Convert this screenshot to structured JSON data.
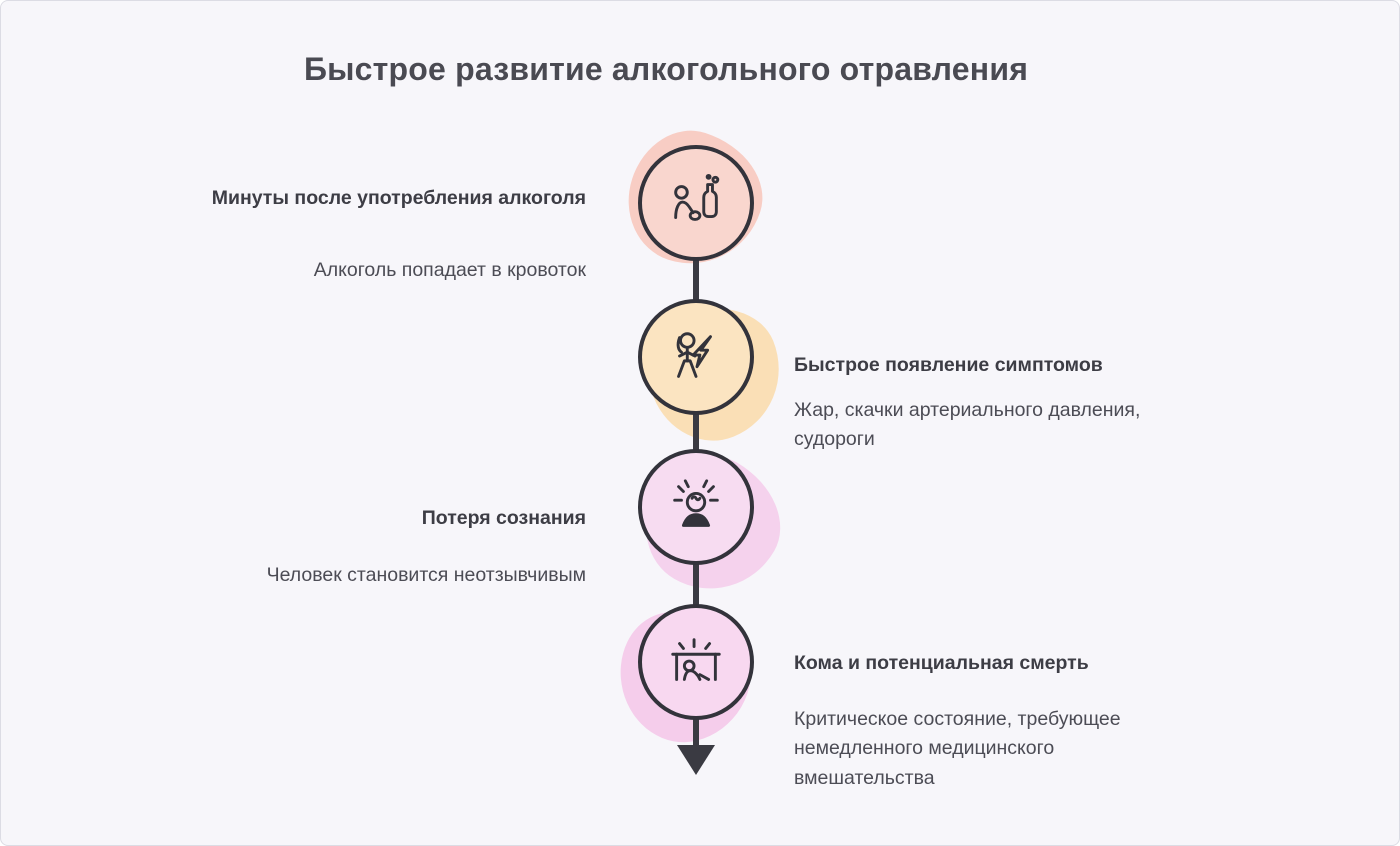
{
  "title": "Быстрое развитие алкогольного отравления",
  "colors": {
    "background": "#f7f6fa",
    "timeline": "#3a3a42",
    "heading_text": "#4a4a52",
    "step_title_text": "#3d3d45",
    "step_desc_text": "#4c4c55",
    "step1_fill": "#f9d6ce",
    "step1_blob": "#f8cdc4",
    "step2_fill": "#fbe4c1",
    "step2_blob": "#fadfb6",
    "step3_fill": "#f7dcf1",
    "step3_blob": "#f5d2ed",
    "step4_fill": "#f8d8f0",
    "step4_blob": "#f5cdeb"
  },
  "steps": [
    {
      "id": 1,
      "side": "left",
      "icon": "person-drinking-bottle-icon",
      "title": "Минуты после употребления алкоголя",
      "description": "Алкоголь попадает в кровоток",
      "fill": "#f9d6ce",
      "blob": "#f8cdc4"
    },
    {
      "id": 2,
      "side": "right",
      "icon": "person-lightning-symptoms-icon",
      "title": "Быстрое появление симптомов",
      "description": "Жар, скачки артериального давления, судороги",
      "fill": "#fbe4c1",
      "blob": "#fadfb6"
    },
    {
      "id": 3,
      "side": "left",
      "icon": "unconscious-dizzy-person-icon",
      "title": "Потеря сознания",
      "description": "Человек становится неотзывчивым",
      "fill": "#f7dcf1",
      "blob": "#f5d2ed"
    },
    {
      "id": 4,
      "side": "right",
      "icon": "person-collapsed-under-table-icon",
      "title": "Кома и потенциальная смерть",
      "description": "Критическое состояние, требующее немедленного медицинского вмешательства",
      "fill": "#f8d8f0",
      "blob": "#f5cdeb"
    }
  ]
}
